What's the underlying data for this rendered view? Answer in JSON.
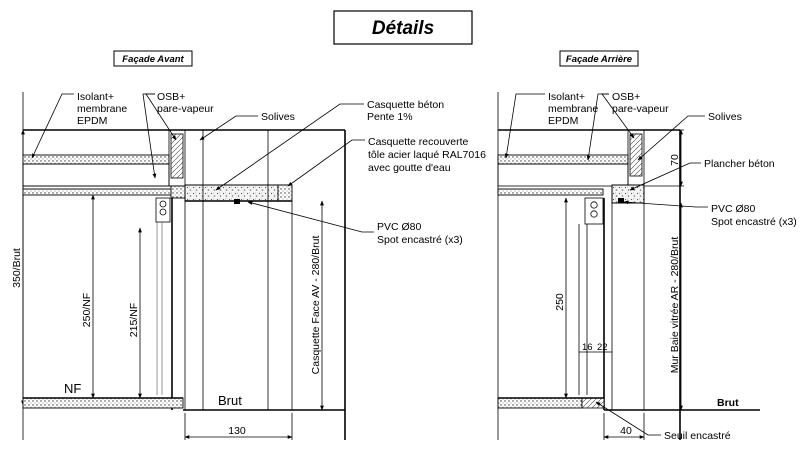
{
  "title": "Détails",
  "front": {
    "heading": "Façade Avant",
    "labels": {
      "isolant": [
        "Isolant+",
        "membrane",
        "EPDM"
      ],
      "osb": [
        "OSB+",
        "pare-vapeur"
      ],
      "solives": "Solives",
      "casquette_beton": [
        "Casquette béton",
        "Pente 1%"
      ],
      "casquette_tole": [
        "Casquette recouverte",
        "tôle acier laqué RAL7016",
        "avec goutte d'eau"
      ],
      "pvc": [
        "PVC Ø80",
        "Spot encastré (x3)"
      ],
      "brut": "Brut",
      "nf": "NF"
    },
    "dims": {
      "total": "350/Brut",
      "nf_height": "250/NF",
      "inner_height": "215/NF",
      "casquette": "Casquette Face AV - 280/Brut",
      "width": "130"
    }
  },
  "back": {
    "heading": "Façade Arrière",
    "labels": {
      "isolant": [
        "Isolant+",
        "membrane",
        "EPDM"
      ],
      "osb": [
        "OSB+",
        "pare-vapeur"
      ],
      "solives": "Solives",
      "plancher": "Plancher béton",
      "pvc": [
        "PVC Ø80",
        "Spot encastré (x3)"
      ],
      "brut": "Brut",
      "seuil": "Seuil encastré"
    },
    "dims": {
      "slab": "70",
      "height": "250",
      "d16": "16",
      "d22": "22",
      "mur": "Mur Baie vitrée AR - 280/Brut",
      "width": "40"
    }
  },
  "icons": [
    "leader-arrow",
    "dimension-arrow",
    "pvc-pipe-icon"
  ]
}
